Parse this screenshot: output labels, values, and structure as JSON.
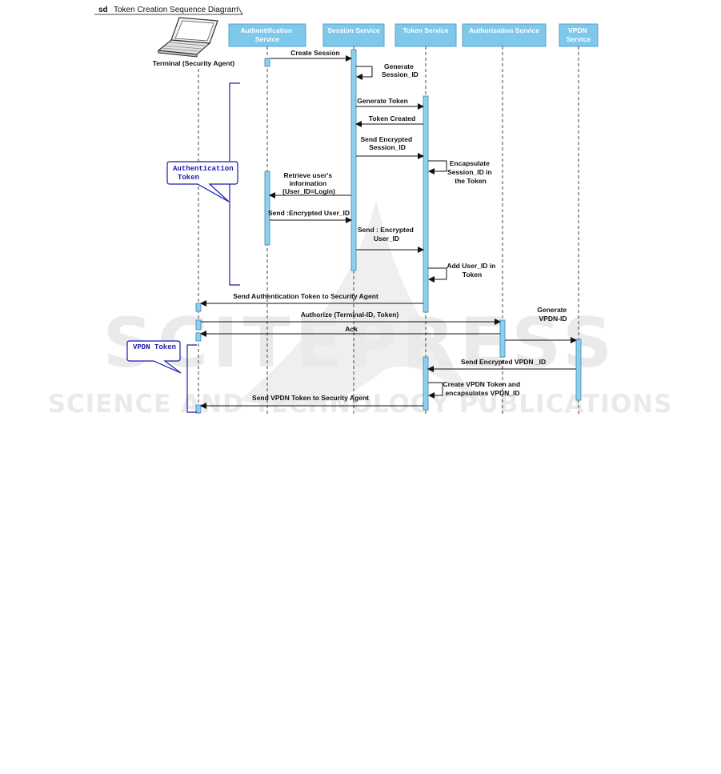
{
  "frame": {
    "keyword": "sd",
    "title": "Token Creation Sequence Diagram"
  },
  "participants": [
    {
      "id": "terminal",
      "label": "Terminal (Security Agent)"
    },
    {
      "id": "auth",
      "label": [
        "Authentification",
        "Service"
      ]
    },
    {
      "id": "session",
      "label": [
        "Session Service"
      ]
    },
    {
      "id": "token",
      "label": [
        "Token Service"
      ]
    },
    {
      "id": "authz",
      "label": [
        "Authorisation Service"
      ]
    },
    {
      "id": "vpdn",
      "label": [
        "VPDN",
        "Service"
      ]
    }
  ],
  "messages": [
    {
      "id": "create-session",
      "label": [
        "Create Session"
      ]
    },
    {
      "id": "generate-session-id",
      "label": [
        "Generate",
        "Session_ID"
      ]
    },
    {
      "id": "generate-token",
      "label": [
        "Generate Token"
      ]
    },
    {
      "id": "token-created",
      "label": [
        "Token Created"
      ]
    },
    {
      "id": "send-encrypted-session-id",
      "label": [
        "Send Encrypted",
        "Session_ID"
      ]
    },
    {
      "id": "encapsulate-session-id",
      "label": [
        "Encapsulate",
        "Session_ID in",
        "the Token"
      ]
    },
    {
      "id": "retrieve-user-info",
      "label": [
        "Retrieve user's",
        "information",
        "(User_ID=Login)"
      ]
    },
    {
      "id": "send-encrypted-user-id-auth",
      "label": [
        "Send :Encrypted User_ID"
      ]
    },
    {
      "id": "send-encrypted-user-id-session",
      "label": [
        "Send : Encrypted",
        "User_ID"
      ]
    },
    {
      "id": "add-user-id",
      "label": [
        "Add User_ID in",
        "Token"
      ]
    },
    {
      "id": "send-auth-token",
      "label": [
        "Send Authentication Token to Security Agent"
      ]
    },
    {
      "id": "authorize",
      "label": [
        "Authorize (Terminal-ID, Token)"
      ]
    },
    {
      "id": "generate-vpdn-id",
      "label": [
        "Generate",
        "VPDN-ID"
      ]
    },
    {
      "id": "ack",
      "label": [
        "Ack"
      ]
    },
    {
      "id": "send-encrypted-vpdn-id",
      "label": [
        "Send Encrypted VPDN _ID"
      ]
    },
    {
      "id": "create-vpdn-token",
      "label": [
        "Create VPDN Token and",
        "encapsulates VPDN_ID"
      ]
    },
    {
      "id": "send-vpdn-token",
      "label": [
        "Send VPDN Token to Security Agent"
      ]
    }
  ],
  "callouts": [
    {
      "id": "authentication-token",
      "label": [
        "Authentication",
        "Token"
      ]
    },
    {
      "id": "vpdn-token",
      "label": [
        "VPDN Token"
      ]
    }
  ],
  "watermark": {
    "line1": "SCITEPRESS",
    "line2": "SCIENCE AND TECHNOLOGY PUBLICATIONS"
  },
  "colors": {
    "header": "#7ec8ec",
    "activation": "#8fcfee",
    "callout": "#1a1ab0",
    "watermark": "#d9d9d9"
  }
}
